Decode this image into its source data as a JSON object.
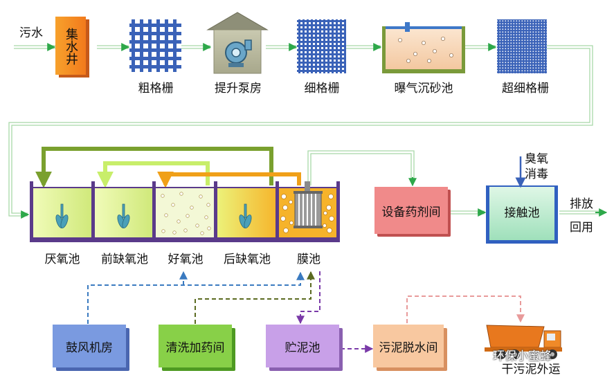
{
  "inflow": "污水",
  "stages_top": {
    "well": "集水井",
    "coarse_screen": "粗格栅",
    "pump_house": "提升泵房",
    "fine_screen": "细格栅",
    "grit_chamber": "曝气沉砂池",
    "ultrafine_screen": "超细格栅"
  },
  "tanks": [
    "厌氧池",
    "前缺氧池",
    "好氧池",
    "后缺氧池",
    "膜池"
  ],
  "side": {
    "equipment": "设备药剂间",
    "contact_tank": "接触池",
    "ozone": "臭氧消毒",
    "discharge": "排放",
    "reuse": "回用"
  },
  "bottom": {
    "blower": "鼓风机房",
    "cleaning": "清洗加药间",
    "sludge_tank": "贮泥池",
    "dewatering": "污泥脱水间",
    "dry_sludge": "干污泥外运"
  },
  "watermark": "环保小蜜蜂",
  "colors": {
    "flow_line": "#a8d8a8",
    "flow_arrow": "#2ea84a",
    "screen_blue": "#3a62b8",
    "well_orange": "#e8782a",
    "tank_green": "#d8f090",
    "tank_yellow": "#f8d040",
    "tank_outline": "#5a3a8a",
    "return_dark": "#7aa02e",
    "return_light": "#c8ee6a",
    "return_orange": "#f0a018",
    "blue_dash": "#3a7ac0",
    "olive_dash": "#5a6a20",
    "purple_dash": "#7a3aa8",
    "pink_dash": "#e89a9a",
    "blower_box": "#7a9ae0",
    "cleaning_box": "#88d048",
    "sludge_box": "#c8a0e8",
    "dewater_box": "#f8c8a0",
    "equip_box": "#f08a8a",
    "contact_water": "#b8eacc",
    "truck": "#e8781e"
  }
}
